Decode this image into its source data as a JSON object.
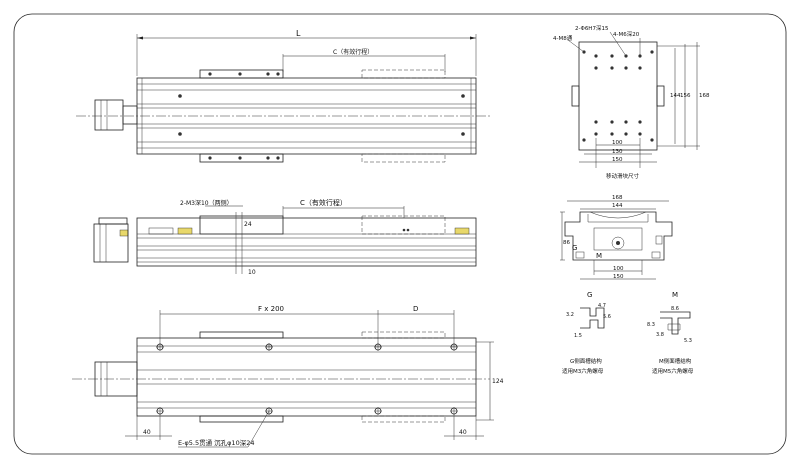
{
  "labels": {
    "top_L": "L",
    "top_C": "C（有效行程）",
    "front_holes": "2-M3深10（两侧）",
    "front_C": "C（有效行程）",
    "front_24": "24",
    "front_10": "10",
    "bottom_F": "F x 200",
    "bottom_D": "D",
    "bottom_124": "124",
    "bottom_40_left": "40",
    "bottom_40_right": "40",
    "bottom_E": "E-φ5.5贯通 沉孔φ10深24",
    "plate_4m8": "4-M8通",
    "plate_2pin": "2-Φ6H7深15",
    "plate_4m6": "4-M6深20",
    "plate_144": "144",
    "plate_156": "156",
    "plate_168": "168",
    "plate_100": "100",
    "plate_130": "130",
    "plate_150": "150",
    "plate_caption": "移动滑块尺寸",
    "section_168": "168",
    "section_144": "144",
    "section_86": "86",
    "section_G": "G",
    "section_M": "M",
    "section_100": "100",
    "section_150": "150",
    "slot_G": "G",
    "slot_G_47": "4.7",
    "slot_G_32": "3.2",
    "slot_G_56": "5.6",
    "slot_G_15": "1.5",
    "slot_G_cap1": "G侧面槽结构",
    "slot_G_cap2": "适用M3六角螺母",
    "slot_M": "M",
    "slot_M_86": "8.6",
    "slot_M_83": "8.3",
    "slot_M_38": "3.8",
    "slot_M_53": "5.3",
    "slot_M_cap1": "M侧面槽结构",
    "slot_M_cap2": "适用M5六角螺母"
  }
}
